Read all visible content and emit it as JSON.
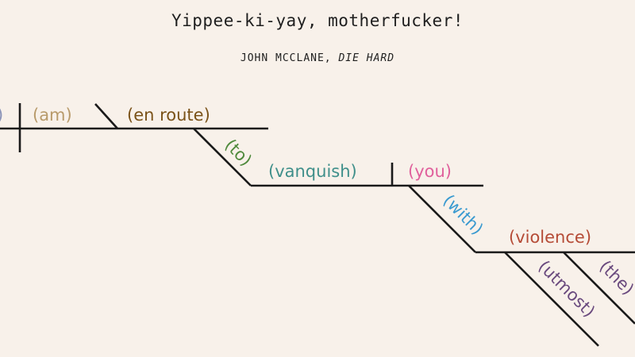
{
  "quote": "Yippee-ki-yay, motherfucker!",
  "attribution": {
    "speaker": "JOHN MCCLANE,",
    "film": "DIE HARD"
  },
  "diagram": {
    "words": {
      "subject_fragment": ")",
      "verb": "(am)",
      "complement": "(en route)",
      "prep_to": "(to)",
      "infinitive_verb": "(vanquish)",
      "object": "(you)",
      "prep_with": "(with)",
      "prep_object": "(violence)",
      "modifier_utmost": "(utmost)",
      "modifier_the": "(the)"
    },
    "colors": {
      "subject_fragment": "#8a93b8",
      "verb": "#b89a6a",
      "complement": "#7a5218",
      "prep_to": "#4f8a3c",
      "infinitive_verb": "#3f8f8a",
      "object": "#e0609c",
      "prep_with": "#3a9ad0",
      "prep_object": "#b54b36",
      "modifier_utmost": "#6a4a7e",
      "modifier_the": "#6a4a7e",
      "lines": "#1a1a1a"
    }
  }
}
